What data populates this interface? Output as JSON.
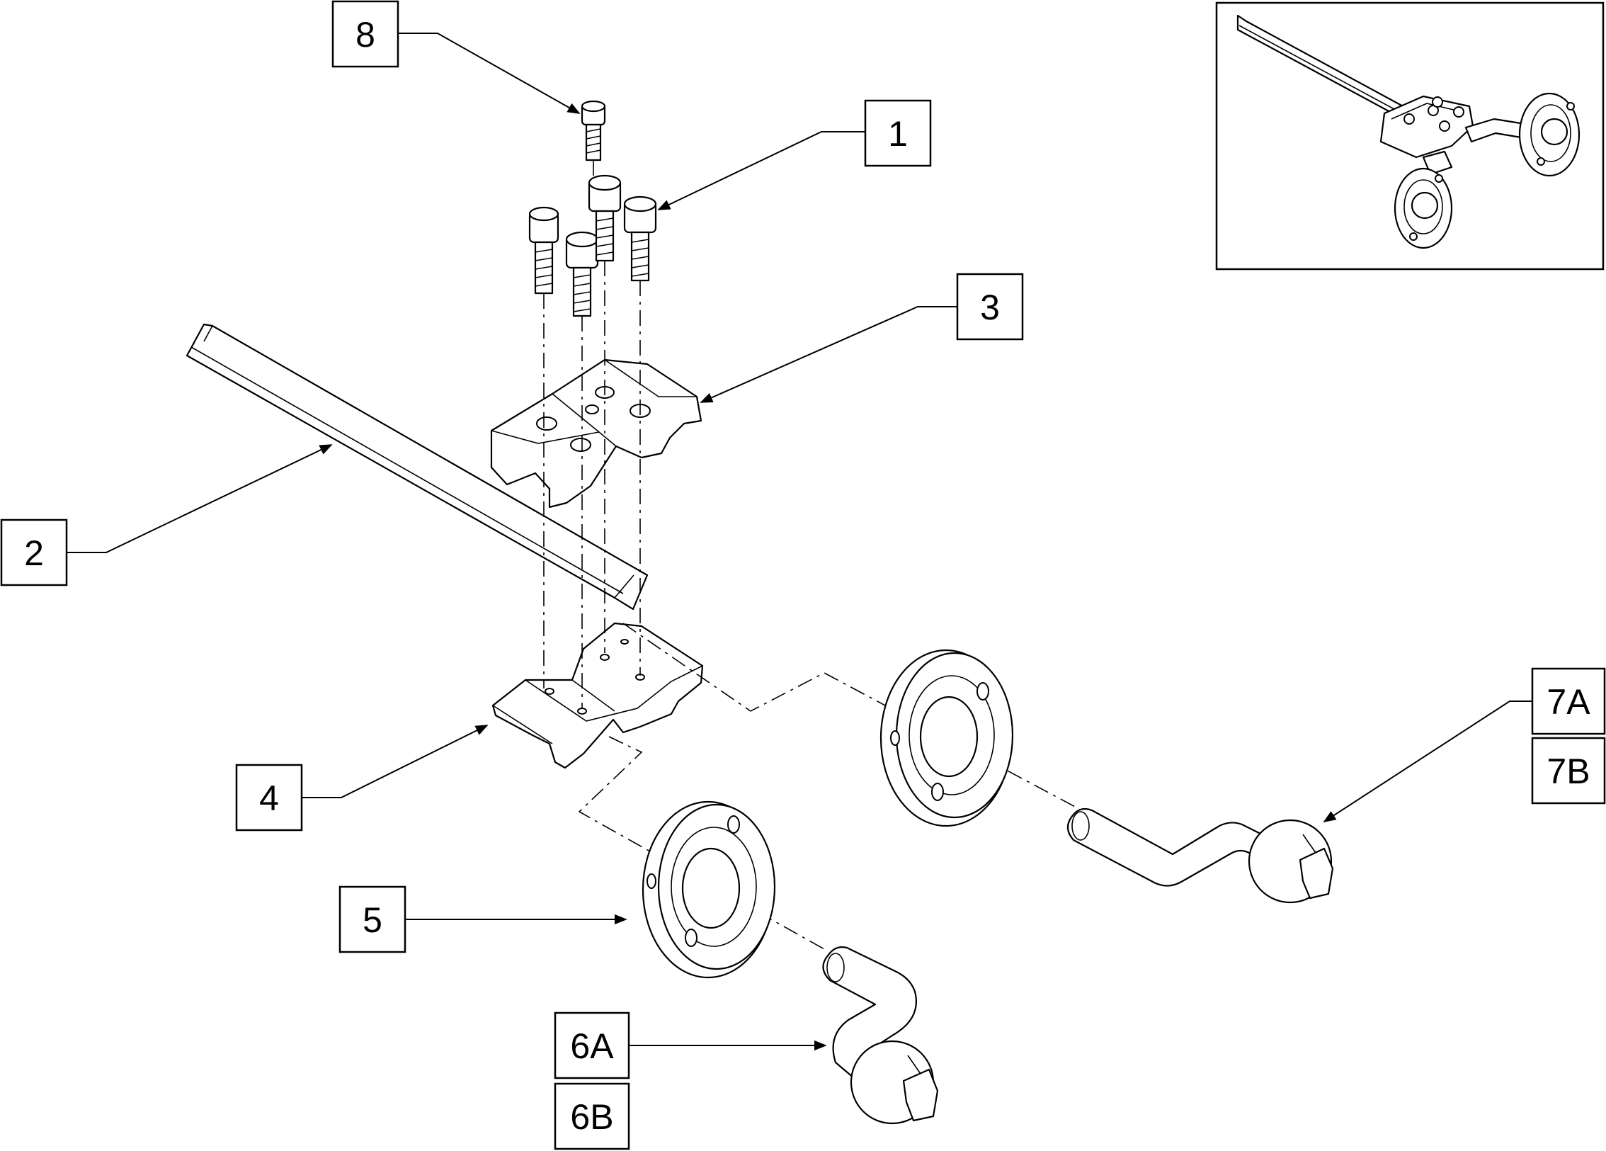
{
  "callouts": [
    {
      "id": "1",
      "label": "1"
    },
    {
      "id": "2",
      "label": "2"
    },
    {
      "id": "3",
      "label": "3"
    },
    {
      "id": "4",
      "label": "4"
    },
    {
      "id": "5",
      "label": "5"
    },
    {
      "id": "6A",
      "label": "6A"
    },
    {
      "id": "6B",
      "label": "6B"
    },
    {
      "id": "7A",
      "label": "7A"
    },
    {
      "id": "7B",
      "label": "7B"
    },
    {
      "id": "8",
      "label": "8"
    }
  ],
  "colors": {
    "line": "#000000",
    "background": "#ffffff"
  }
}
